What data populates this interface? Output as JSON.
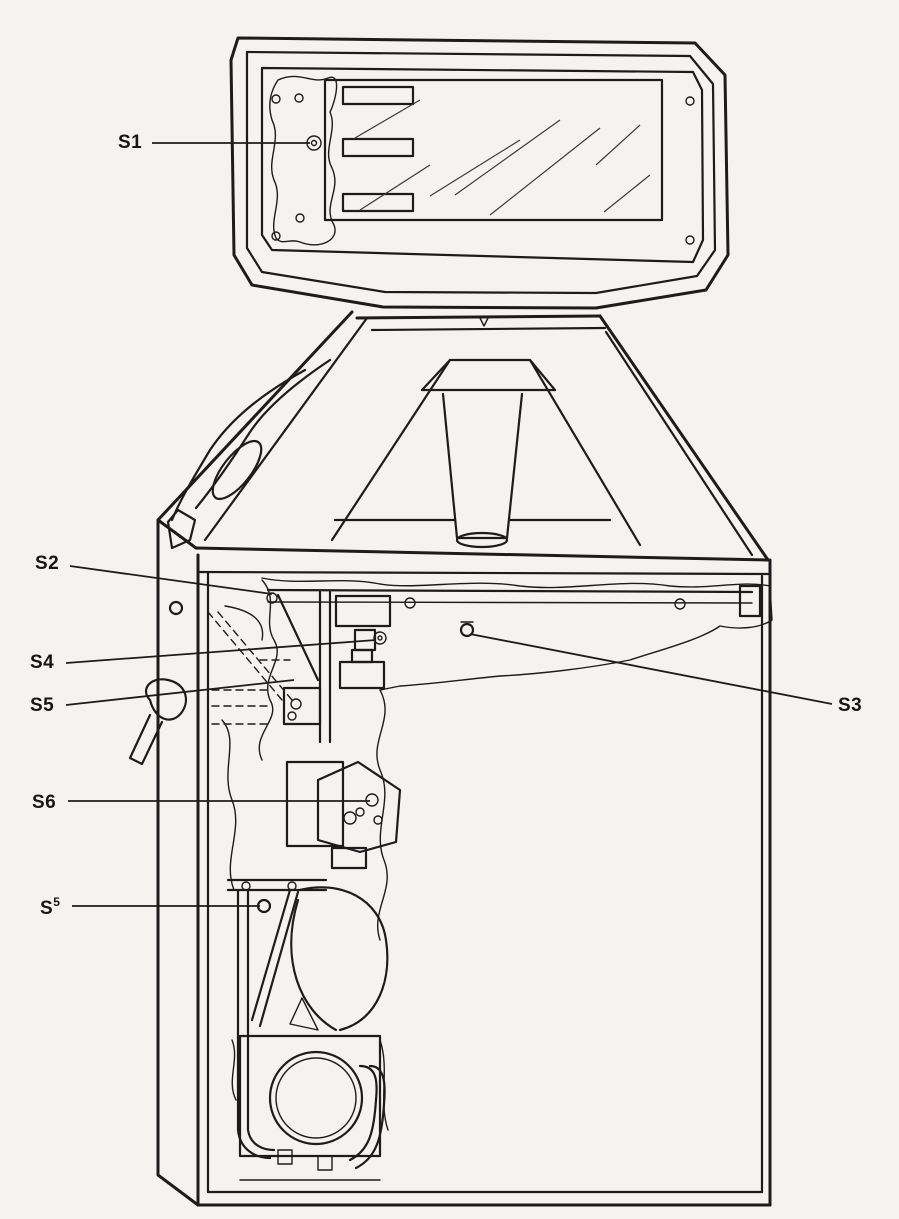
{
  "labels": {
    "s1": "S1",
    "s2": "S2",
    "s3": "S3",
    "s4": "S4",
    "s5": "S5",
    "s6": "S6",
    "s5_lower_letter": "S",
    "s5_lower_superscript": "5"
  }
}
